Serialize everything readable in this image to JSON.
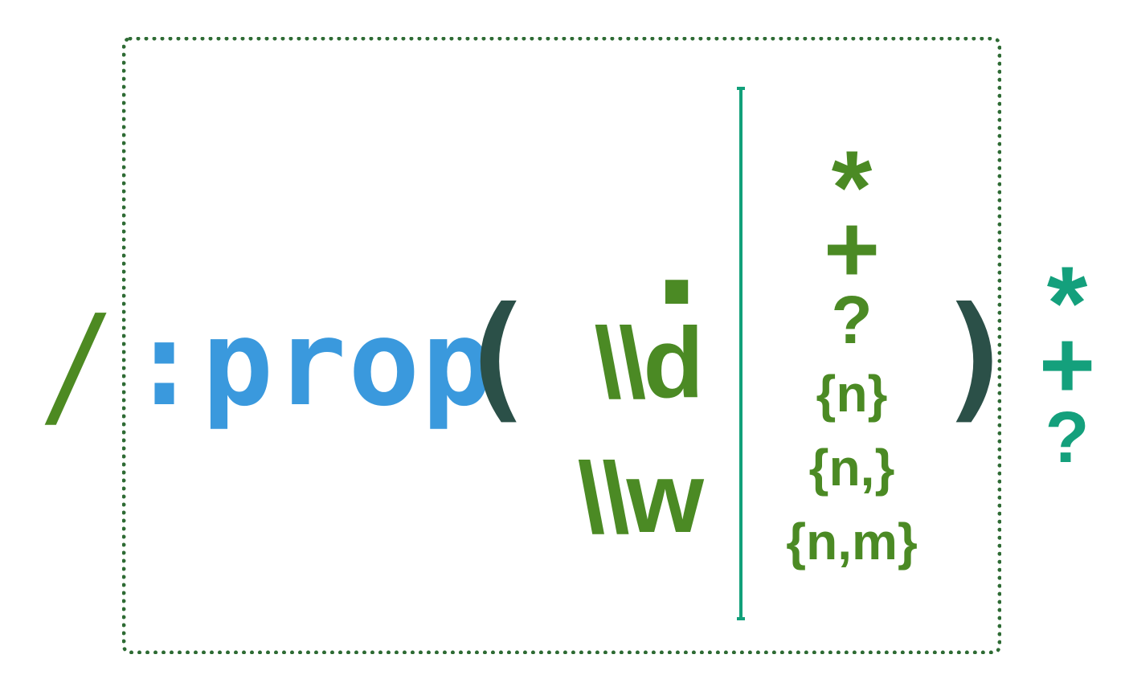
{
  "colors": {
    "frame": "#2e6b34",
    "slash": "#4d8a22",
    "prop": "#3a99dd",
    "paren": "#2b5048",
    "atom": "#4b8a24",
    "quantifier": "#4b8a24",
    "divider": "#12a07a",
    "group_quantifier": "#14a07c"
  },
  "pattern": {
    "slash": "/",
    "prop": ":prop",
    "open_paren": "(",
    "close_paren": ")",
    "atoms": {
      "dot": ".",
      "digit": "\\\\d",
      "word": "\\\\w"
    },
    "quantifiers": {
      "star": "*",
      "plus": "+",
      "optional": "?",
      "exact": "{n}",
      "at_least": "{n,}",
      "range": "{n,m}"
    },
    "group_quantifiers": {
      "star": "*",
      "plus": "+",
      "optional": "?"
    }
  }
}
